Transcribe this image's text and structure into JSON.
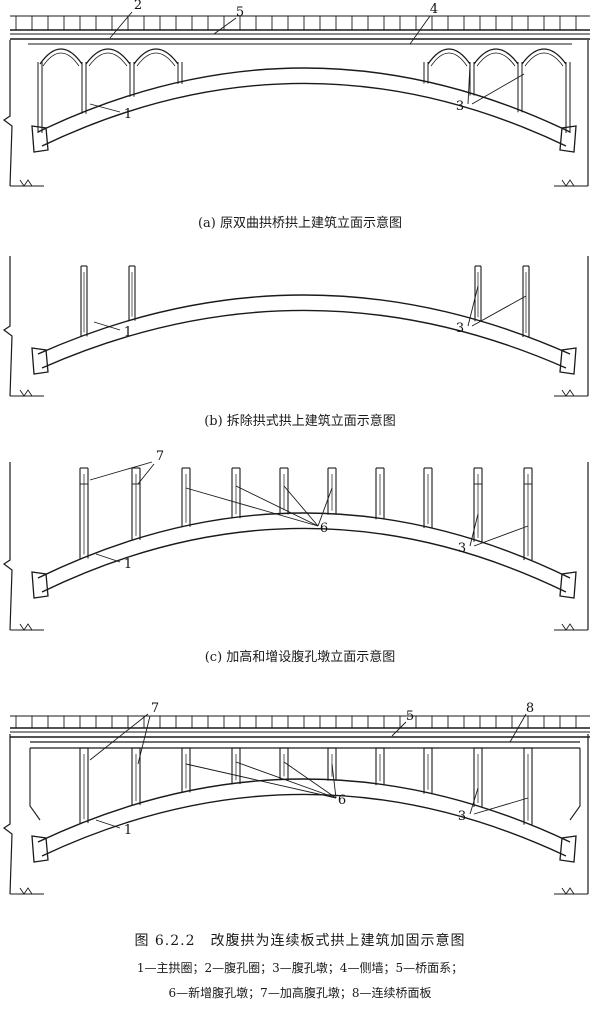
{
  "panels": [
    {
      "caption": "(a) 原双曲拱桥拱上建筑立面示意图",
      "labels": {
        "main_arch": "1",
        "arch_ring": "2",
        "spandrel_pier": "3",
        "side_wall": "4",
        "deck": "5"
      }
    },
    {
      "caption": "(b) 拆除拱式拱上建筑立面示意图",
      "labels": {
        "main_arch": "1",
        "spandrel_pier": "3"
      }
    },
    {
      "caption": "(c) 加高和增设腹孔墩立面示意图",
      "labels": {
        "main_arch": "1",
        "spandrel_pier": "3",
        "new_pier": "6",
        "raised_pier": "7"
      }
    },
    {
      "labels": {
        "main_arch": "1",
        "spandrel_pier": "3",
        "deck": "5",
        "new_pier": "6",
        "raised_pier": "7",
        "continuous_slab": "8"
      }
    }
  ],
  "figure": {
    "title": "图 6.2.2　改腹拱为连续板式拱上建筑加固示意图",
    "legend_line1": "1—主拱圈；2—腹孔圈；3—腹孔墩；4—侧墙；5—桥面系；",
    "legend_line2": "6—新增腹孔墩；7—加高腹孔墩；8—连续桥面板"
  }
}
